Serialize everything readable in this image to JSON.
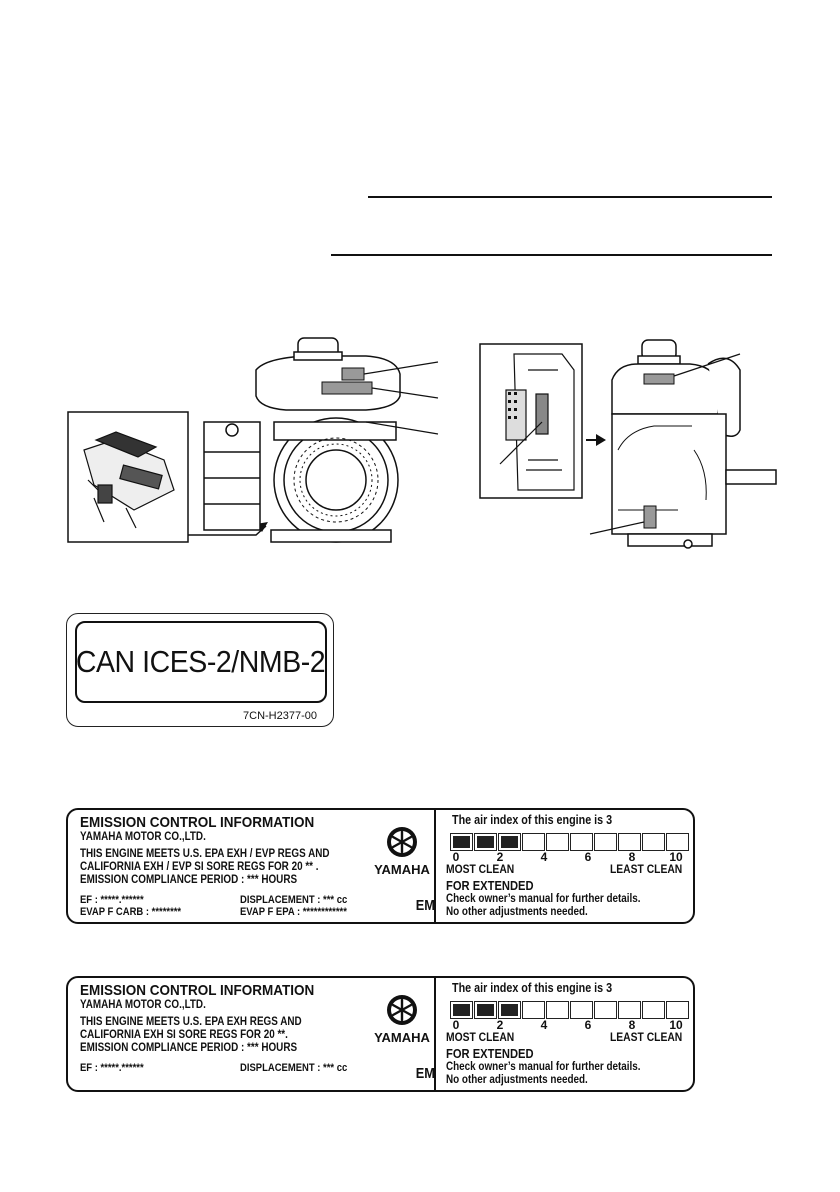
{
  "can_label": {
    "text": "CAN ICES-2/NMB-2",
    "code": "7CN-H2377-00"
  },
  "emission_labels": [
    {
      "title": "EMISSION CONTROL INFORMATION",
      "company": "YAMAHA MOTOR CO.,LTD.",
      "line1": "THIS ENGINE MEETS U.S. EPA EXH / EVP REGS AND",
      "line2": "CALIFORNIA EXH / EVP SI SORE REGS FOR 20 ** .",
      "line3": "EMISSION COMPLIANCE PERIOD :  ***  HOURS",
      "ef": "EF :  *****.******",
      "displacement": "DISPLACEMENT :  *** cc",
      "evap_carb": "EVAP F CARB :  ********",
      "evap_epa": "EVAP F EPA :  ************",
      "brand": "YAMAHA",
      "em": "EM",
      "air_index_text": "The air index of this engine is 3",
      "air_index_value": 3,
      "scale_ticks": [
        "0",
        "2",
        "4",
        "6",
        "8",
        "10"
      ],
      "most_clean": "MOST CLEAN",
      "least_clean": "LEAST CLEAN",
      "for_extended": "FOR EXTENDED",
      "note1": "Check owner’s manual for further details.",
      "note2": "No other adjustments needed."
    },
    {
      "title": "EMISSION CONTROL INFORMATION",
      "company": "YAMAHA MOTOR CO.,LTD.",
      "line1": "THIS ENGINE MEETS U.S. EPA EXH REGS AND",
      "line2": "CALIFORNIA EXH SI SORE REGS FOR 20 **.",
      "line3": "EMISSION COMPLIANCE PERIOD :  ***  HOURS",
      "ef": "EF :  *****.******",
      "displacement": "DISPLACEMENT :  *** cc",
      "brand": "YAMAHA",
      "em": "EM",
      "air_index_text": "The air index of this engine is 3",
      "air_index_value": 3,
      "scale_ticks": [
        "0",
        "2",
        "4",
        "6",
        "8",
        "10"
      ],
      "most_clean": "MOST CLEAN",
      "least_clean": "LEAST CLEAN",
      "for_extended": "FOR EXTENDED",
      "note1": "Check owner’s manual for further details.",
      "note2": "No other adjustments needed."
    }
  ]
}
